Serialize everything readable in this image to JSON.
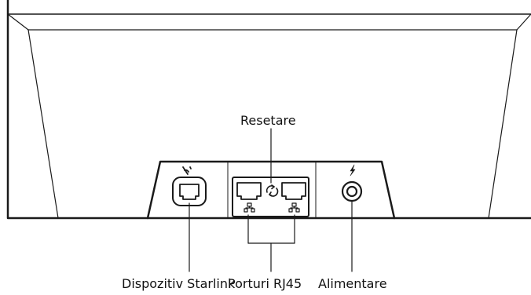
{
  "labels": {
    "reset": "Resetare",
    "starlink": "Dispozitiv Starlink",
    "rj45": "Porturi RJ45",
    "power": "Alimentare"
  },
  "icons": {
    "starlink_port_icon": "satellite-dish-icon",
    "rj45_port_icons": "network-icon",
    "reset_button_icon": "reset-arrows-icon",
    "power_icon": "lightning-bolt-icon"
  },
  "colors": {
    "line": "#1a1a1a",
    "background": "#ffffff"
  }
}
